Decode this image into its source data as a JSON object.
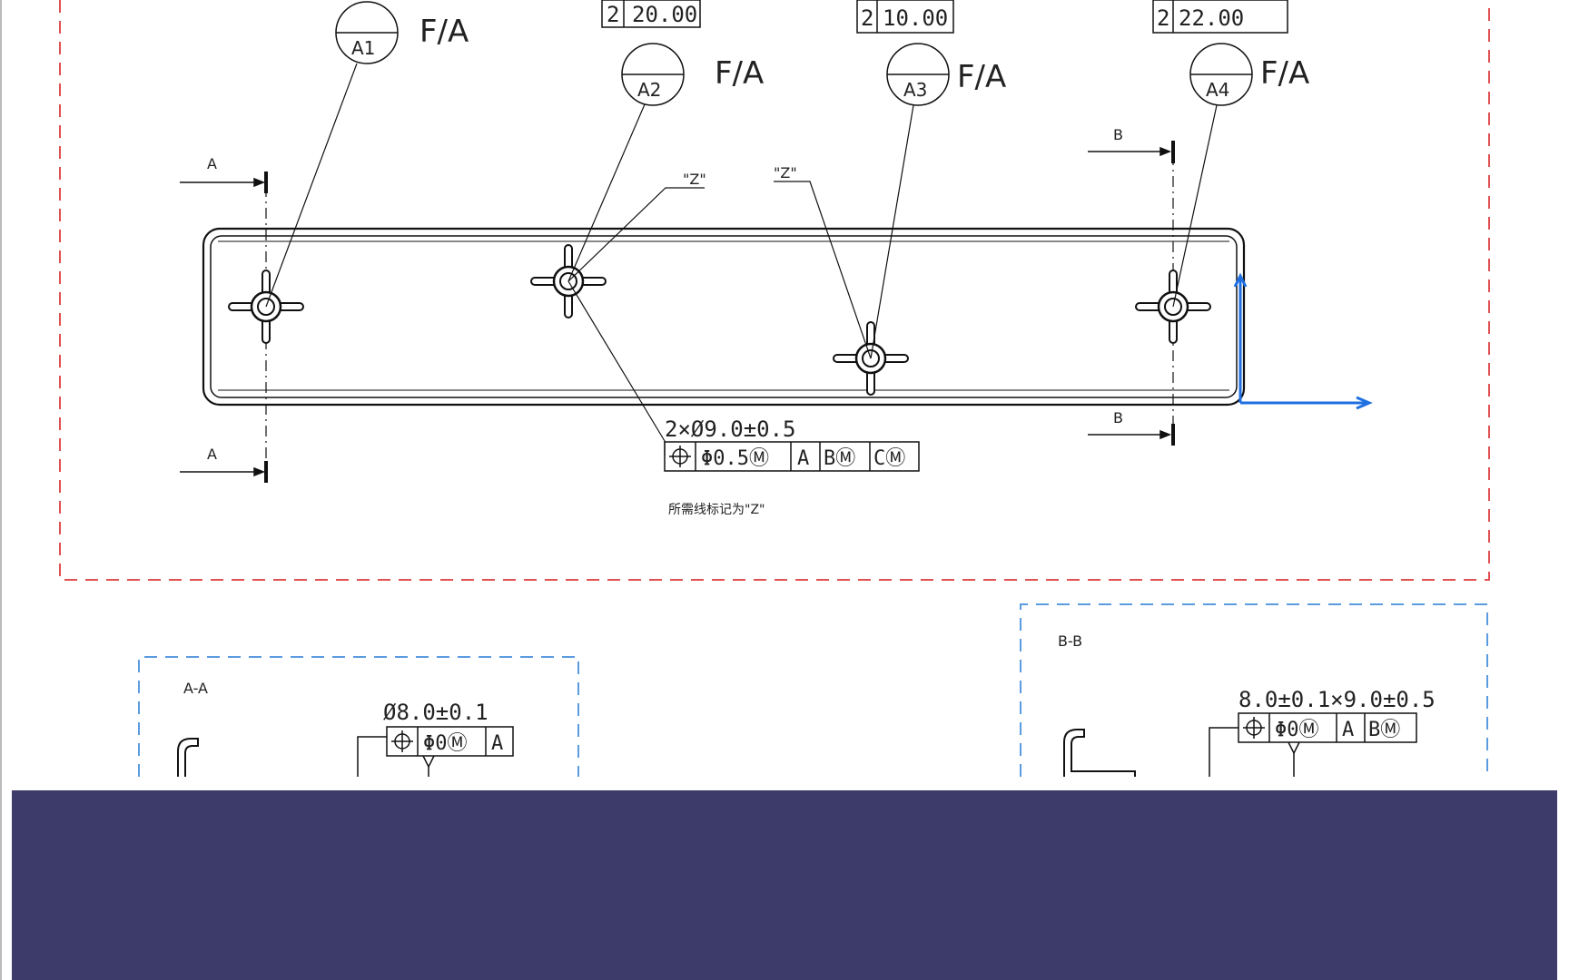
{
  "colors": {
    "line": "#111111",
    "red_frame": "#e05050",
    "blue_frame": "#5b9be0",
    "blue_arrow": "#1f6fe0",
    "panel": "#3c3b69"
  },
  "balloons": [
    {
      "id": "A1",
      "note": "F/A"
    },
    {
      "id": "A2",
      "note": "F/A",
      "boxed": "2",
      "boxed_value": "20.00"
    },
    {
      "id": "A3",
      "note": "F/A",
      "boxed": "2",
      "boxed_value": "10.00"
    },
    {
      "id": "A4",
      "note": "F/A",
      "boxed": "2",
      "boxed_value": "22.00"
    }
  ],
  "section_marks": {
    "a": "A",
    "b": "B"
  },
  "z_marks": [
    "\"Z\"",
    "\"Z\""
  ],
  "holes_callout": {
    "size": "2×Ø9.0±0.5",
    "fcf": [
      "Φ0.5Ⓜ",
      "A",
      "BⓂ",
      "CⓂ"
    ]
  },
  "chinese_note": "所需线标记为\"Z\"",
  "view_aa": {
    "title": "A-A",
    "size": "Ø8.0±0.1",
    "fcf": [
      "Φ0Ⓜ",
      "A"
    ]
  },
  "view_bb": {
    "title": "B-B",
    "size": "8.0±0.1×9.0±0.5",
    "fcf": [
      "Φ0Ⓜ",
      "A",
      "BⓂ"
    ]
  }
}
